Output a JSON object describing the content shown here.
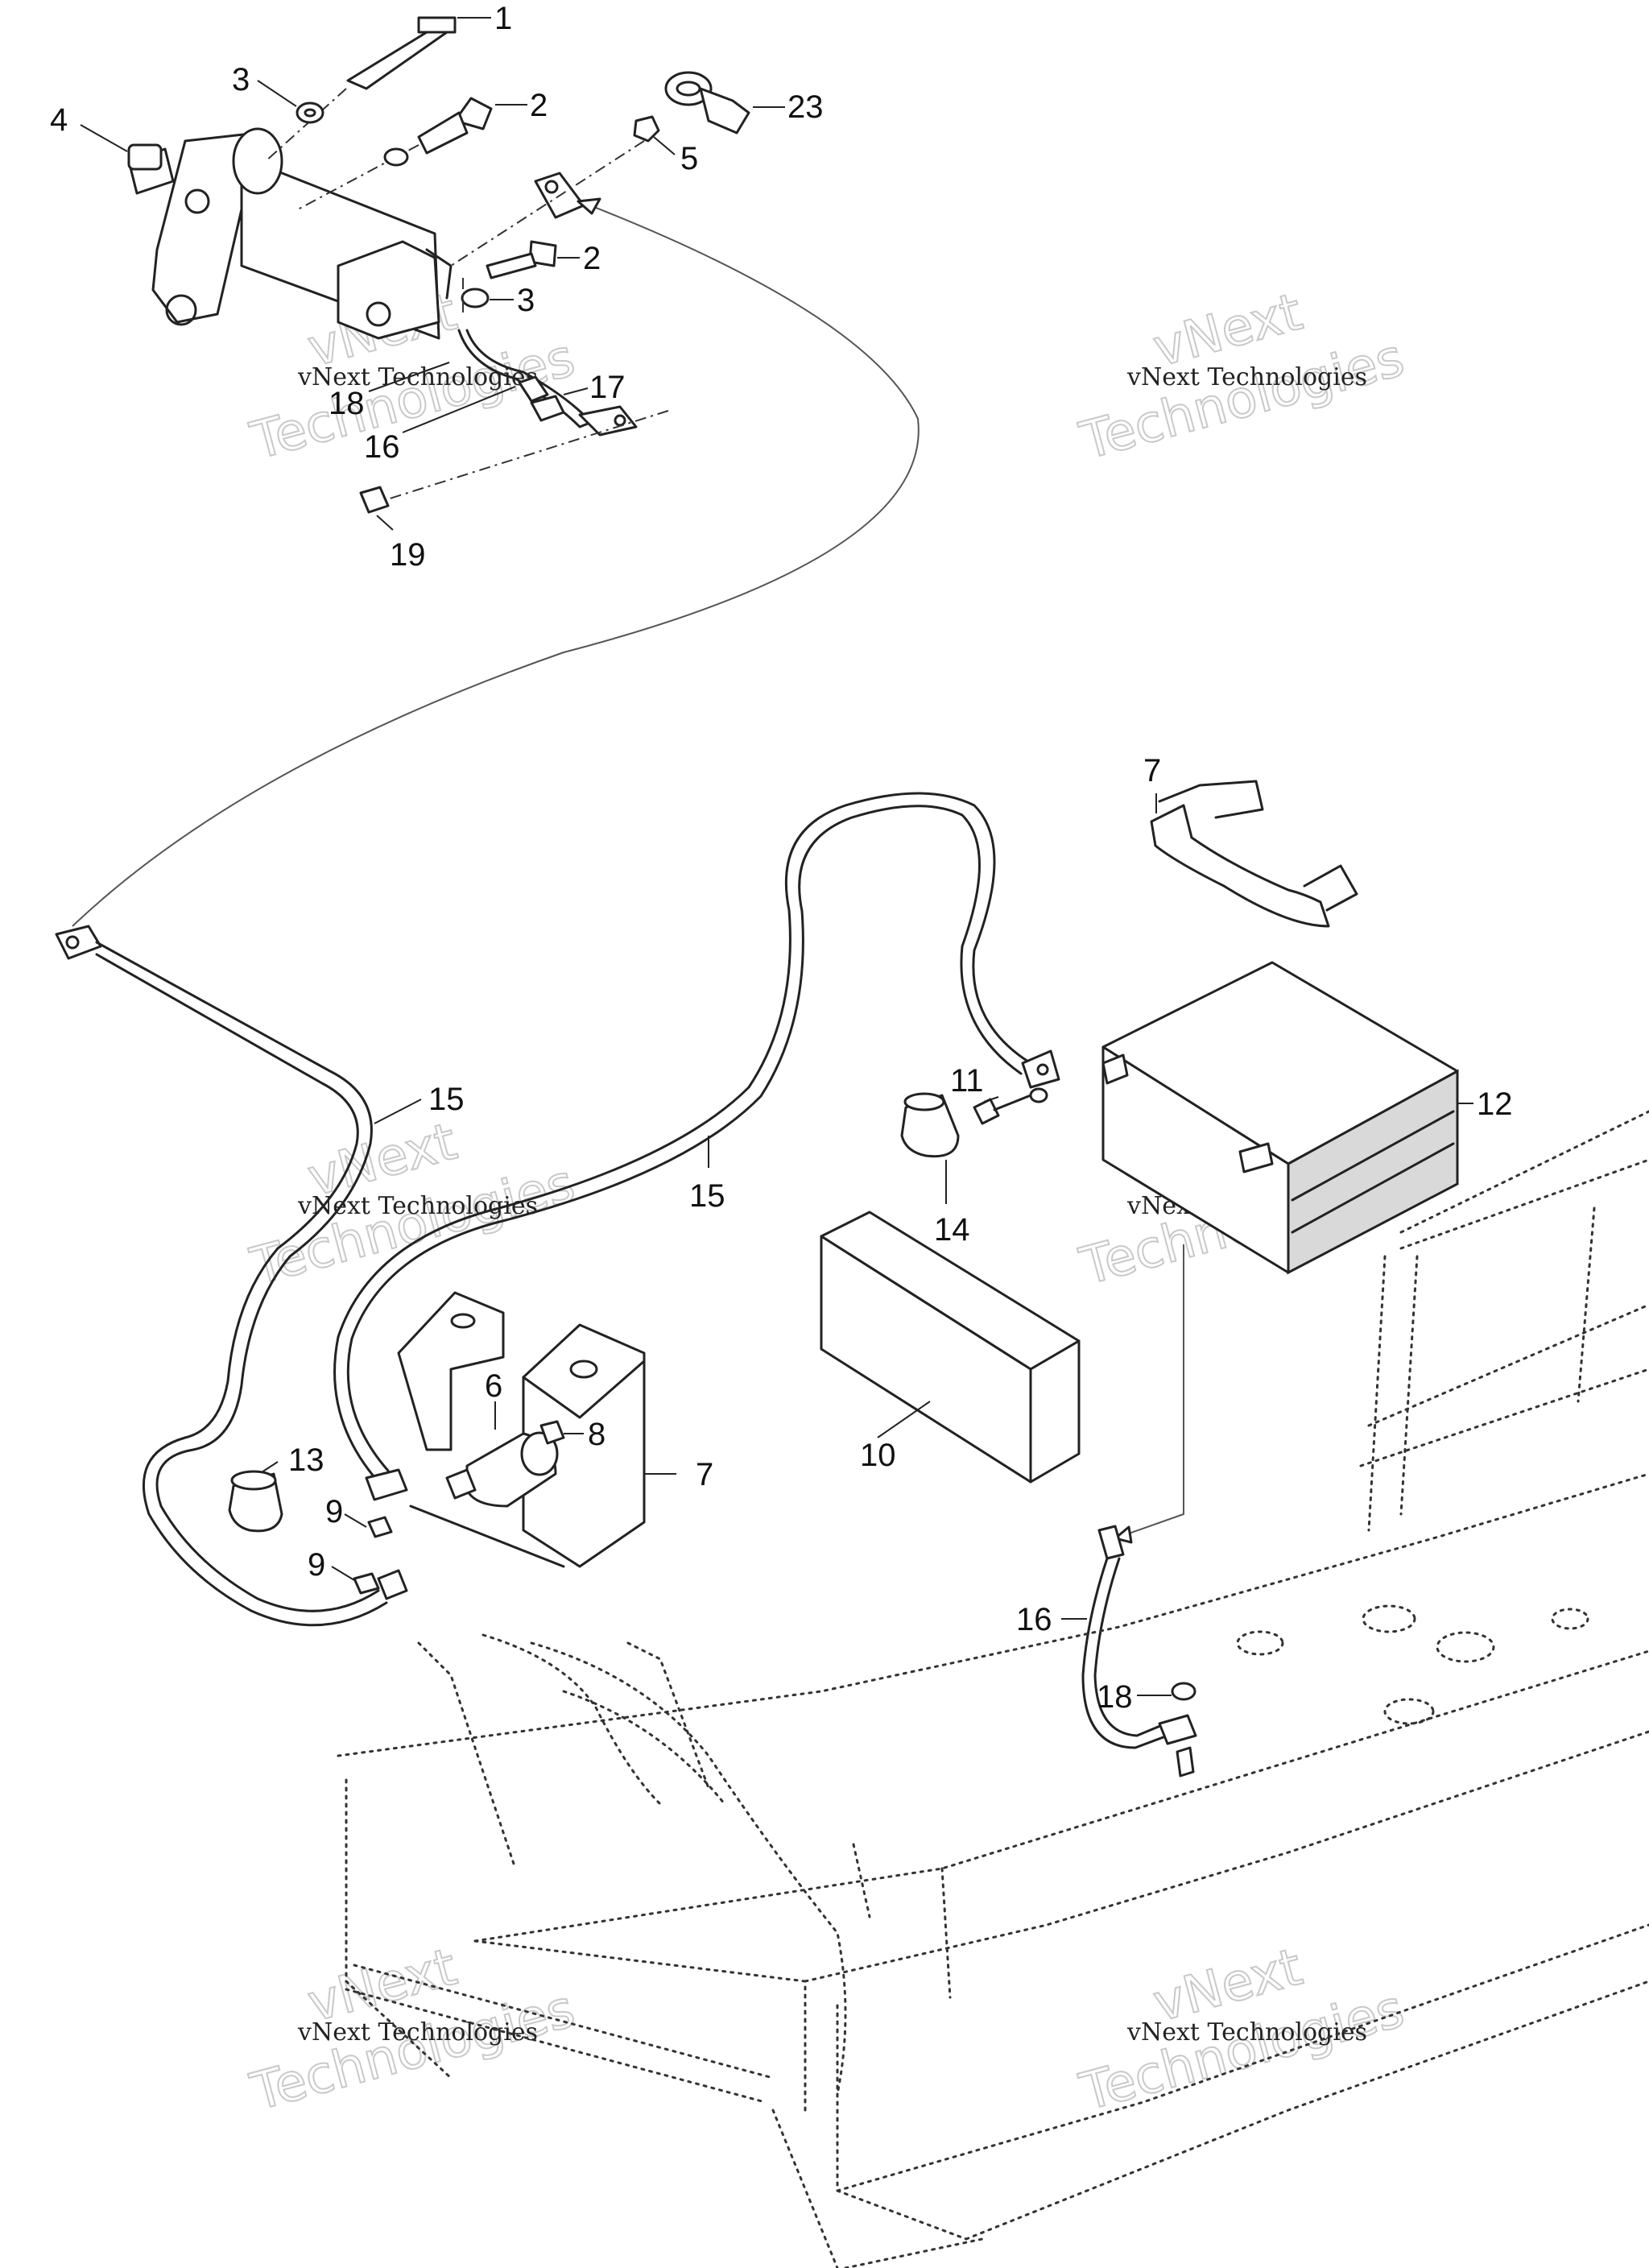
{
  "callouts": {
    "c1": "1",
    "c2a": "2",
    "c2b": "2",
    "c3a": "3",
    "c3b": "3",
    "c4": "4",
    "c5": "5",
    "c23": "23",
    "c17": "17",
    "c18a": "18",
    "c16a": "16",
    "c19": "19",
    "c7a": "7",
    "c11": "11",
    "c12": "12",
    "c14": "14",
    "c15a": "15",
    "c15b": "15",
    "c10": "10",
    "c6": "6",
    "c8": "8",
    "c7b": "7",
    "c13": "13",
    "c9a": "9",
    "c9b": "9",
    "c16b": "16",
    "c18b": "18"
  },
  "watermark": {
    "vendor": "vNext",
    "line": "vNext Technologies",
    "big": "Technologies"
  }
}
